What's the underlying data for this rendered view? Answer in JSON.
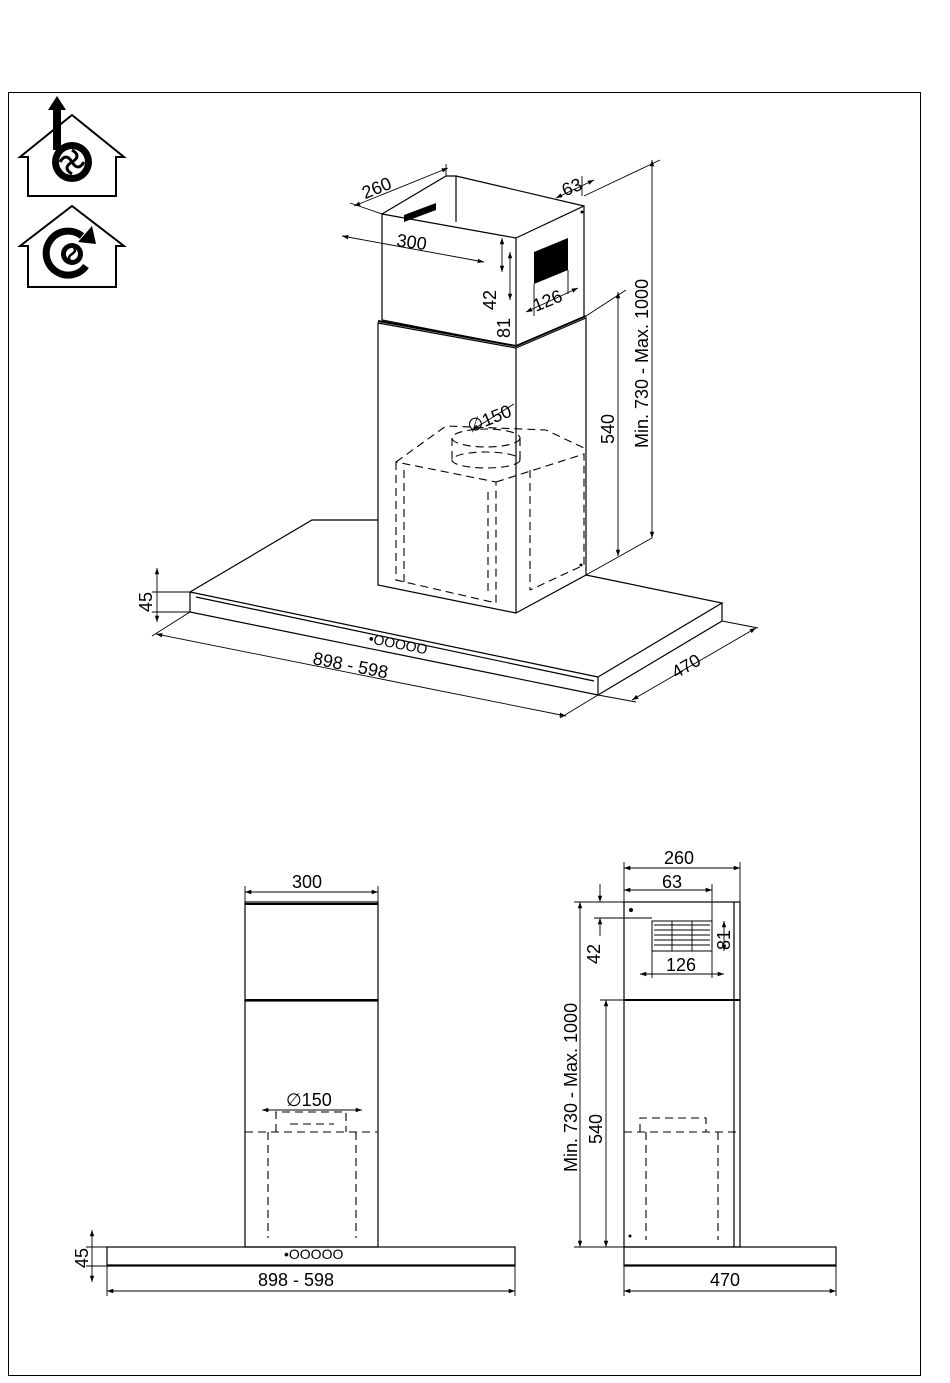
{
  "icons": {
    "ducted": "ducted-extraction-house-icon",
    "recirculating": "recirculating-house-icon"
  },
  "iso": {
    "chimney_depth": "260",
    "chimney_width": "300",
    "vent_offset": "63",
    "vent_top": "42",
    "vent_height": "81",
    "vent_width": "126",
    "height_range": "Min.  730  -  Max.  1000",
    "lower_chimney": "540",
    "duct_diameter": "∅150",
    "hood_thickness": "45",
    "hood_width": "898  -  598",
    "hood_depth": "470",
    "control_panel": "•OOOOO"
  },
  "front": {
    "chimney_width": "300",
    "duct_diameter": "∅150",
    "hood_thickness": "45",
    "hood_width": "898  -  598",
    "control_panel": "•OOOOO"
  },
  "side": {
    "chimney_depth": "260",
    "vent_offset": "63",
    "vent_top": "42",
    "vent_height": "81",
    "vent_width": "126",
    "height_range": "Min.  730  -  Max.  1000",
    "lower_chimney": "540",
    "hood_depth": "470"
  }
}
